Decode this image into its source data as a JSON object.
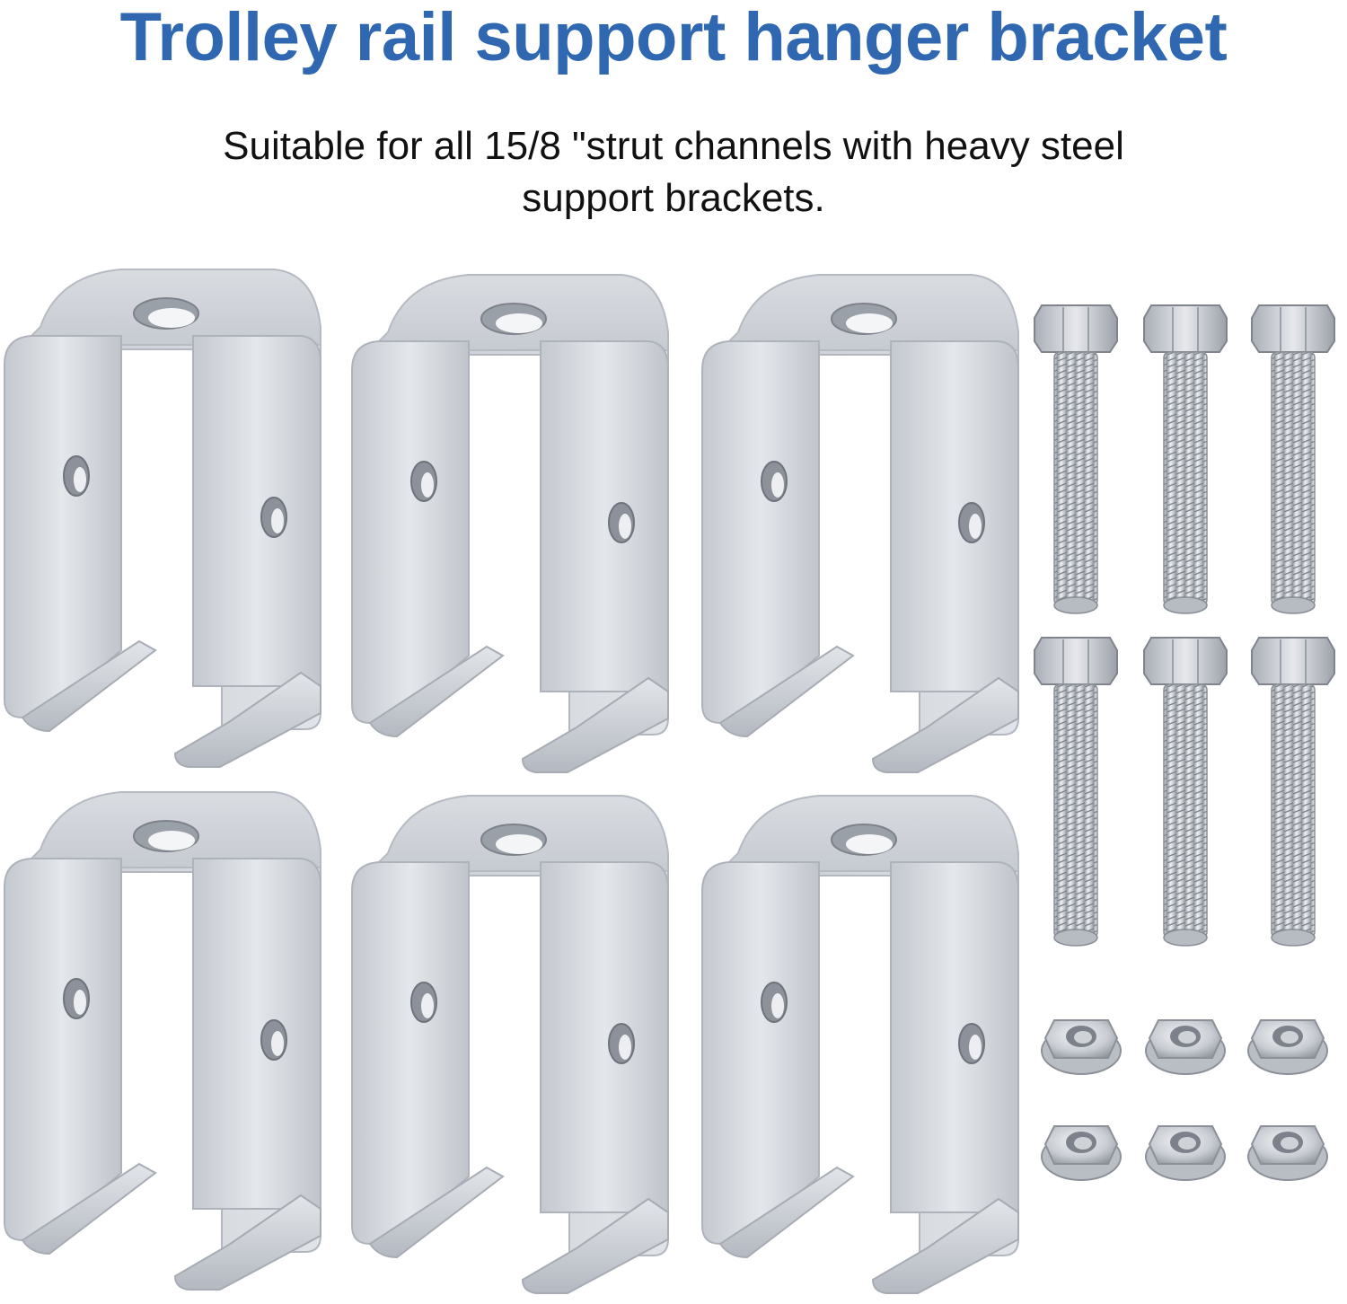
{
  "header": {
    "title": "Trolley rail support hanger bracket",
    "subtitle_line1": "Suitable for all 15/8 \"strut channels with heavy steel",
    "subtitle_line2": "support brackets."
  },
  "colors": {
    "title": "#2f67b0",
    "background": "#ffffff",
    "text": "#111111",
    "metal_light": "#e9ebef",
    "metal_mid": "#c5c9d0",
    "metal_dark": "#8d929b"
  },
  "product": {
    "bracket_count": 6,
    "bolt_count": 6,
    "nut_count": 6,
    "icons": [
      "u-bracket-icon",
      "hex-bolt-icon",
      "flange-nut-icon"
    ]
  }
}
